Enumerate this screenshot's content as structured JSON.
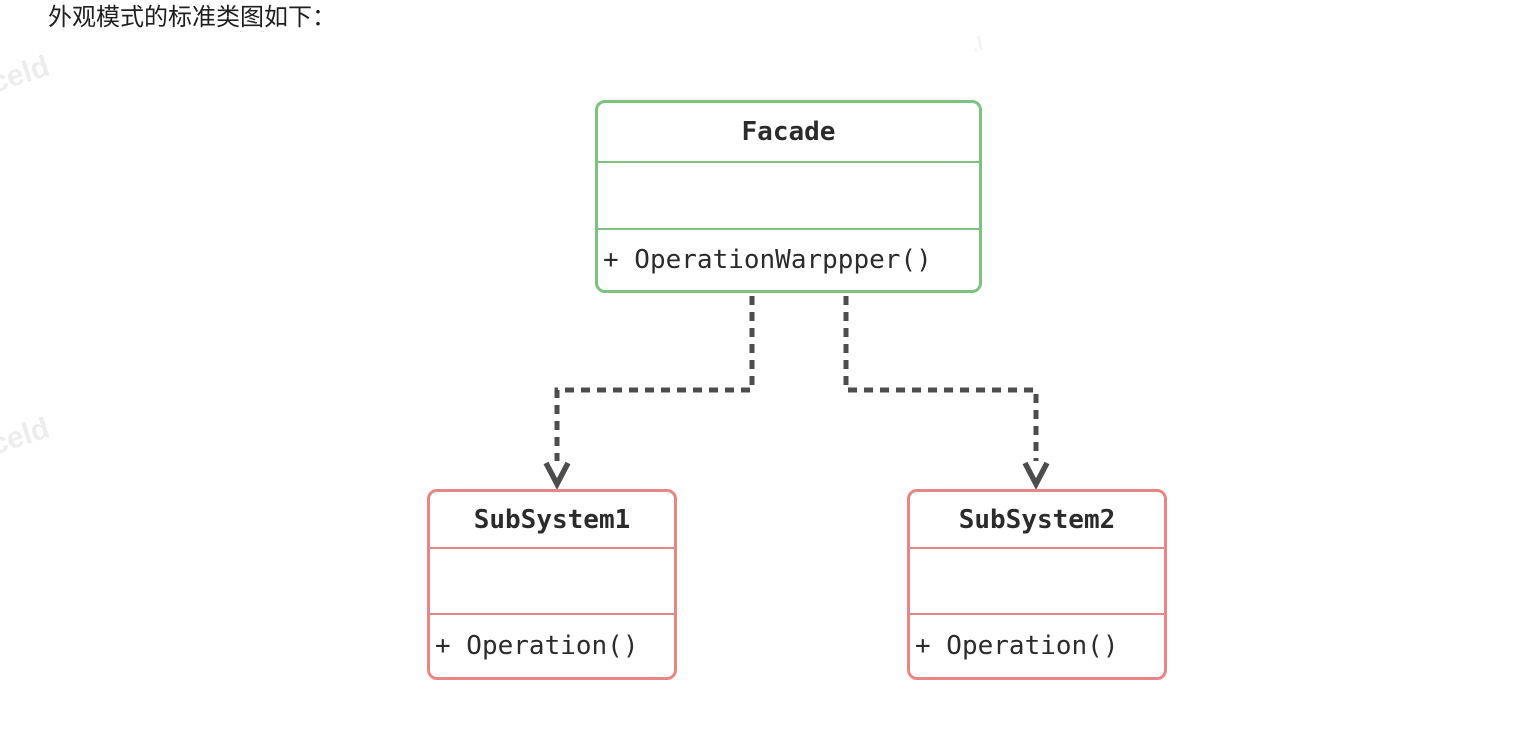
{
  "page": {
    "title": "外观模式的标准类图如下："
  },
  "colors": {
    "background": "#ffffff",
    "facade_border": "#7ec282",
    "subsystem_border": "#e88585",
    "text": "#2b2b2b",
    "arrow": "#4d4d4d",
    "watermark": "#ededed"
  },
  "diagram": {
    "type": "uml-class-diagram",
    "classes": [
      {
        "id": "facade",
        "name": "Facade",
        "attributes": "",
        "methods": "+ OperationWarppper()",
        "border_color": "#7ec282"
      },
      {
        "id": "subsystem1",
        "name": "SubSystem1",
        "attributes": "",
        "methods": "+ Operation()",
        "border_color": "#e88585"
      },
      {
        "id": "subsystem2",
        "name": "SubSystem2",
        "attributes": "",
        "methods": "+ Operation()",
        "border_color": "#e88585"
      }
    ],
    "relations": [
      {
        "from": "Facade",
        "to": "SubSystem1",
        "style": "dashed-arrow"
      },
      {
        "from": "Facade",
        "to": "SubSystem2",
        "style": "dashed-arrow"
      }
    ]
  },
  "watermarks": [
    {
      "text": "celd"
    },
    {
      "text": "celd"
    },
    {
      "text": ".l"
    }
  ]
}
